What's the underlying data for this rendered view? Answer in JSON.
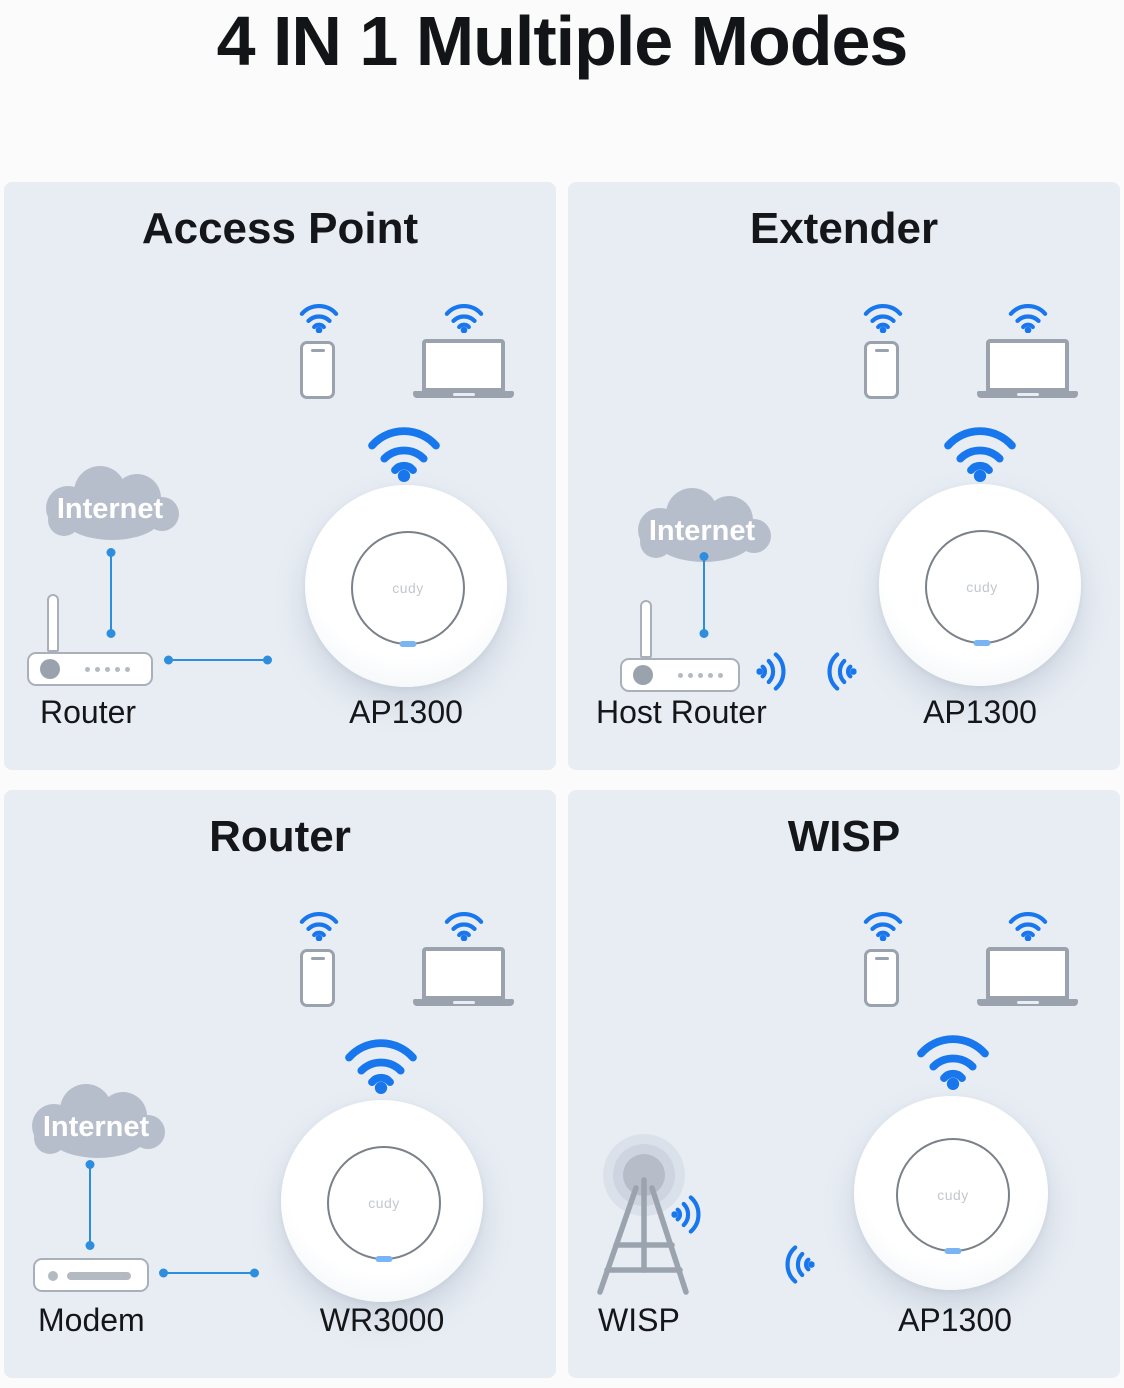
{
  "page": {
    "title": "4 IN 1 Multiple Modes"
  },
  "device_logo": "cudy",
  "colors": {
    "page_background": "#fbfbfc",
    "panel_background": "#e8edf4",
    "wifi_blue": "#1877ec",
    "link_blue": "#2d8ede",
    "device_gray": "#9aa3ad",
    "cloud_gray": "#b7becb",
    "text_dark": "#151619",
    "led_blue": "#7ab5f3"
  },
  "panels": [
    {
      "id": "access-point",
      "title": "Access Point",
      "cloud_label": "Internet",
      "source_label": "Router",
      "device_label": "AP1300",
      "connection_to_source": "wired"
    },
    {
      "id": "extender",
      "title": "Extender",
      "cloud_label": "Internet",
      "source_label": "Host Router",
      "device_label": "AP1300",
      "connection_to_source": "wireless"
    },
    {
      "id": "router",
      "title": "Router",
      "cloud_label": "Internet",
      "source_label": "Modem",
      "device_label": "WR3000",
      "connection_to_source": "wired"
    },
    {
      "id": "wisp",
      "title": "WISP",
      "source_label": "WISP",
      "device_label": "AP1300",
      "connection_to_source": "wireless"
    }
  ]
}
